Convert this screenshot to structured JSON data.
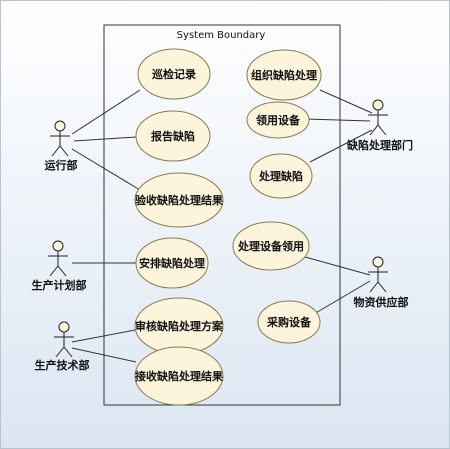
{
  "boundary": {
    "title": "System Boundary"
  },
  "colors": {
    "background_top": "#ffffff",
    "background_bottom": "#dbe6f2",
    "usecase_fill": "#fdf4dc",
    "usecase_stroke": "#8a7a50",
    "line": "#333333"
  },
  "usecases": {
    "xunjian": "巡检记录",
    "baogao": "报告缺陷",
    "yanshou": "验收缺陷处理结果",
    "anpai": "安排缺陷处理",
    "shenhe": "审核缺陷处理方案",
    "jieshou": "接收缺陷处理结果",
    "zuzhi": "组织缺陷处理",
    "lingyong": "领用设备",
    "chuli": "处理缺陷",
    "chulilingyong": "处理设备领用",
    "caigou": "采购设备"
  },
  "actors": {
    "yunxing": "运行部",
    "jihua": "生产计划部",
    "jishu": "生产技术部",
    "quexian": "缺陷处理部门",
    "wuzi": "物资供应部"
  }
}
